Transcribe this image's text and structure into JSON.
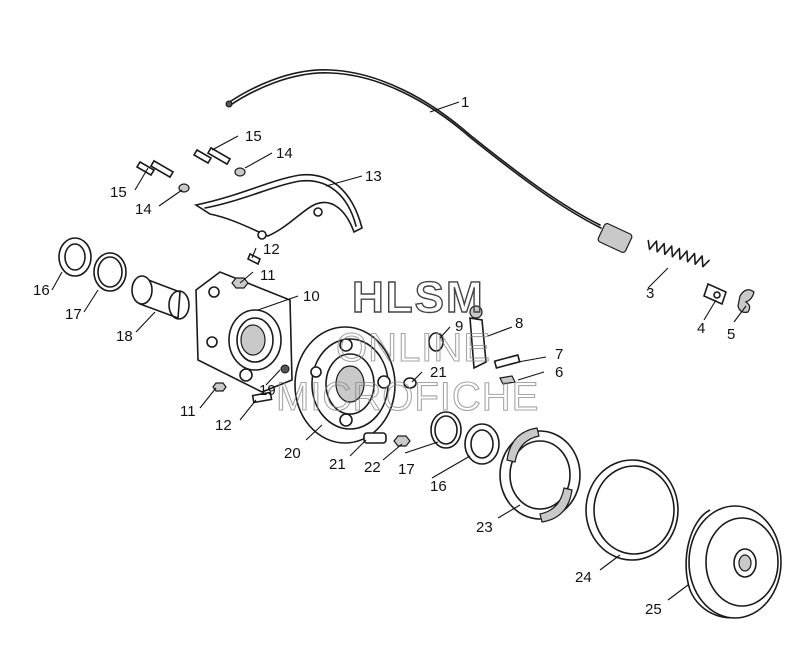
{
  "watermark": {
    "line1": "HLSM",
    "line2": "ONLINE",
    "line3": "MICROFICHE"
  },
  "callouts": [
    "1",
    "3",
    "4",
    "5",
    "6",
    "7",
    "8",
    "9",
    "10",
    "11",
    "11",
    "12",
    "12",
    "13",
    "14",
    "14",
    "15",
    "15",
    "16",
    "16",
    "17",
    "17",
    "18",
    "19",
    "20",
    "21",
    "21",
    "22",
    "23",
    "24",
    "25"
  ]
}
